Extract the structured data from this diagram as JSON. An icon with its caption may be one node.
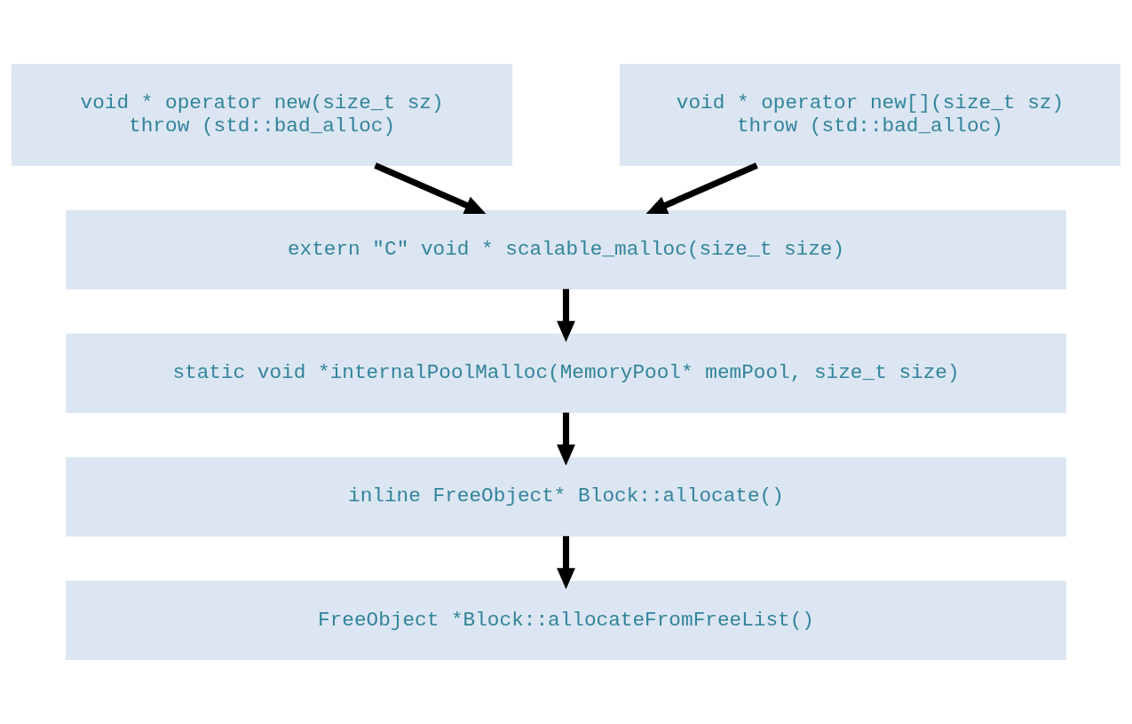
{
  "diagram": {
    "nodes": [
      {
        "text": [
          "void * operator new(size_t sz) throw (std::bad_alloc)"
        ]
      },
      {
        "text": [
          "void * operator new[](size_t sz) throw (std::bad_alloc)"
        ]
      },
      {
        "text": [
          "extern \"C\" void * scalable_malloc(size_t size)"
        ]
      },
      {
        "text": [
          "static void *internalPoolMalloc(MemoryPool* memPool, size_t size)"
        ]
      },
      {
        "text": [
          "inline FreeObject* Block::allocate()"
        ]
      },
      {
        "text": [
          "FreeObject *Block::allocateFromFreeList()"
        ]
      }
    ],
    "edges": [
      {
        "from": 0,
        "to": 2,
        "arrow": "to"
      },
      {
        "from": 1,
        "to": 2,
        "arrow": "to"
      },
      {
        "from": 2,
        "to": 3,
        "arrow": "to"
      },
      {
        "from": 3,
        "to": 4,
        "arrow": "to"
      },
      {
        "from": 4,
        "to": 5,
        "arrow": "to"
      }
    ]
  }
}
